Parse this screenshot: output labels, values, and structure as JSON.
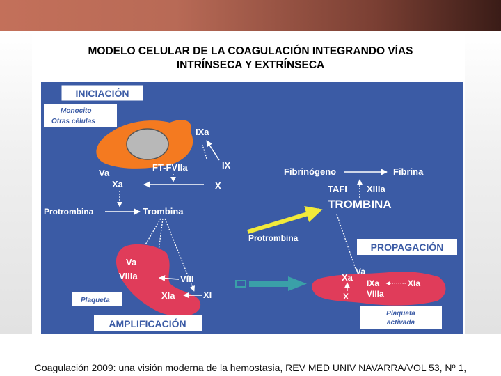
{
  "title_line1": "MODELO CELULAR DE LA COAGULACIÓN INTEGRANDO VÍAS",
  "title_line2": "INTRÍNSECA Y EXTRÍNSECA",
  "caption": "Coagulación 2009: una visión moderna de la hemostasia, REV MED UNIV NAVARRA/VOL 53, Nº 1,",
  "colors": {
    "background": "#3b5ba5",
    "cell_orange": "#f47a20",
    "platelet_pink": "#e03c5a",
    "highlight_yellow": "#f2ea3a",
    "arrow_teal": "#3aa0a8"
  },
  "diagram": {
    "iniciacion": "INICIACIÓN",
    "monocito": "Monocito",
    "otras_celulas": "Otras células",
    "ixa_top": "IXa",
    "ft_fviia": "FT-FVIIa",
    "ix": "IX",
    "va_top": "Va",
    "xa_top": "Xa",
    "x_top": "X",
    "protrombina_left": "Protrombina",
    "trombina_left": "Trombina",
    "va_platelet": "Va",
    "viiia_platelet": "VIIIa",
    "viii": "VIII",
    "xia": "XIa",
    "xi": "XI",
    "plaqueta": "Plaqueta",
    "amplificacion": "AMPLIFICACIÓN",
    "fibrinogeno": "Fibrinógeno",
    "fibrina": "Fibrina",
    "tafi": "TAFI",
    "xiiia": "XIIIa",
    "trombina_big": "TROMBINA",
    "protrombina_right": "Protrombina",
    "propagacion": "PROPAGACIÓN",
    "va_right": "Va",
    "xa_right": "Xa",
    "ixa_right": "IXa",
    "xia_right": "XIa",
    "viiia_right": "VIIIa",
    "x_right": "X",
    "plaqueta_activada_1": "Plaqueta",
    "plaqueta_activada_2": "activada"
  }
}
